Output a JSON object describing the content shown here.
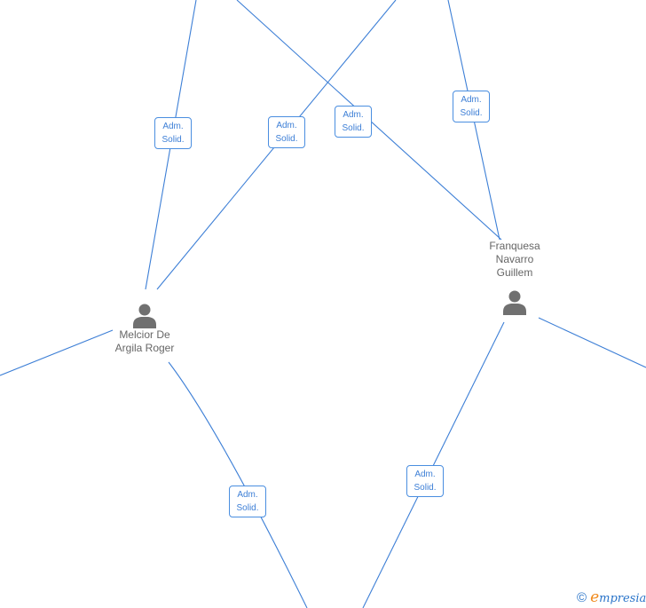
{
  "diagram": {
    "colors": {
      "edge": "#3d7fd6",
      "label_text": "#3d7fd6",
      "person_text": "#666666",
      "icon": "#707070"
    },
    "persons": [
      {
        "id": "melcior",
        "name_lines": [
          "Melcior De",
          "Argila Roger"
        ]
      },
      {
        "id": "franquesa",
        "name_lines": [
          "Franquesa",
          "Navarro",
          "Guillem"
        ]
      }
    ],
    "edge_labels": [
      {
        "line1": "Adm.",
        "line2": "Solid."
      },
      {
        "line1": "Adm.",
        "line2": "Solid."
      },
      {
        "line1": "Adm.",
        "line2": "Solid."
      },
      {
        "line1": "Adm.",
        "line2": "Solid."
      },
      {
        "line1": "Adm.",
        "line2": "Solid."
      },
      {
        "line1": "Adm.",
        "line2": "Solid."
      }
    ]
  },
  "footer": {
    "copyright_symbol": "©",
    "brand_initial": "e",
    "brand_rest": "mpresia"
  }
}
